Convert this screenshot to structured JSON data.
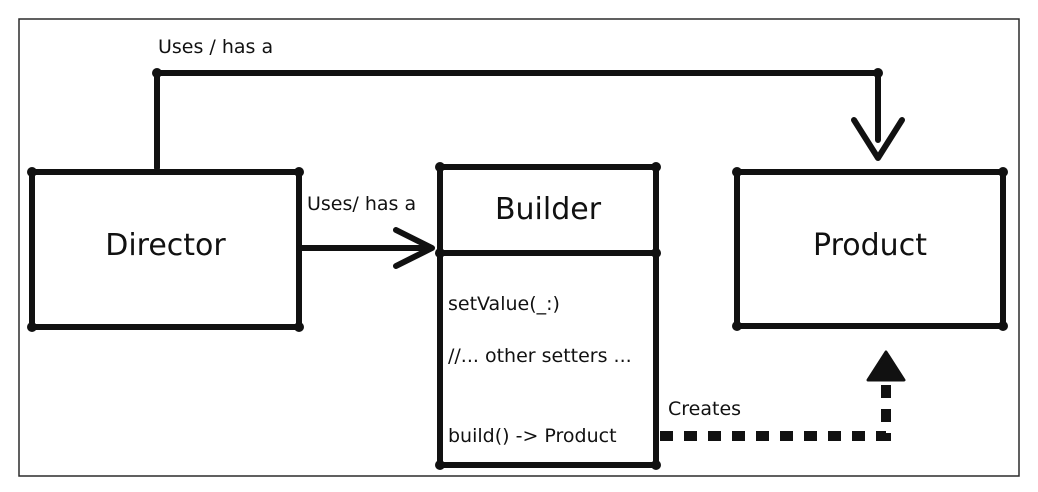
{
  "colors": {
    "ink": "#111111",
    "frame": "#2b2b2b",
    "background": "#ffffff"
  },
  "nodes": {
    "director": {
      "label": "Director"
    },
    "builder": {
      "label": "Builder",
      "members": [
        "setValue(_:)",
        "//... other setters ...",
        "build() -> Product"
      ]
    },
    "product": {
      "label": "Product"
    }
  },
  "edges": {
    "director_to_product": {
      "label": "Uses / has a",
      "style": "solid"
    },
    "director_to_builder": {
      "label": "Uses/ has a",
      "style": "solid"
    },
    "builder_to_product": {
      "label": "Creates",
      "style": "dashed"
    }
  }
}
